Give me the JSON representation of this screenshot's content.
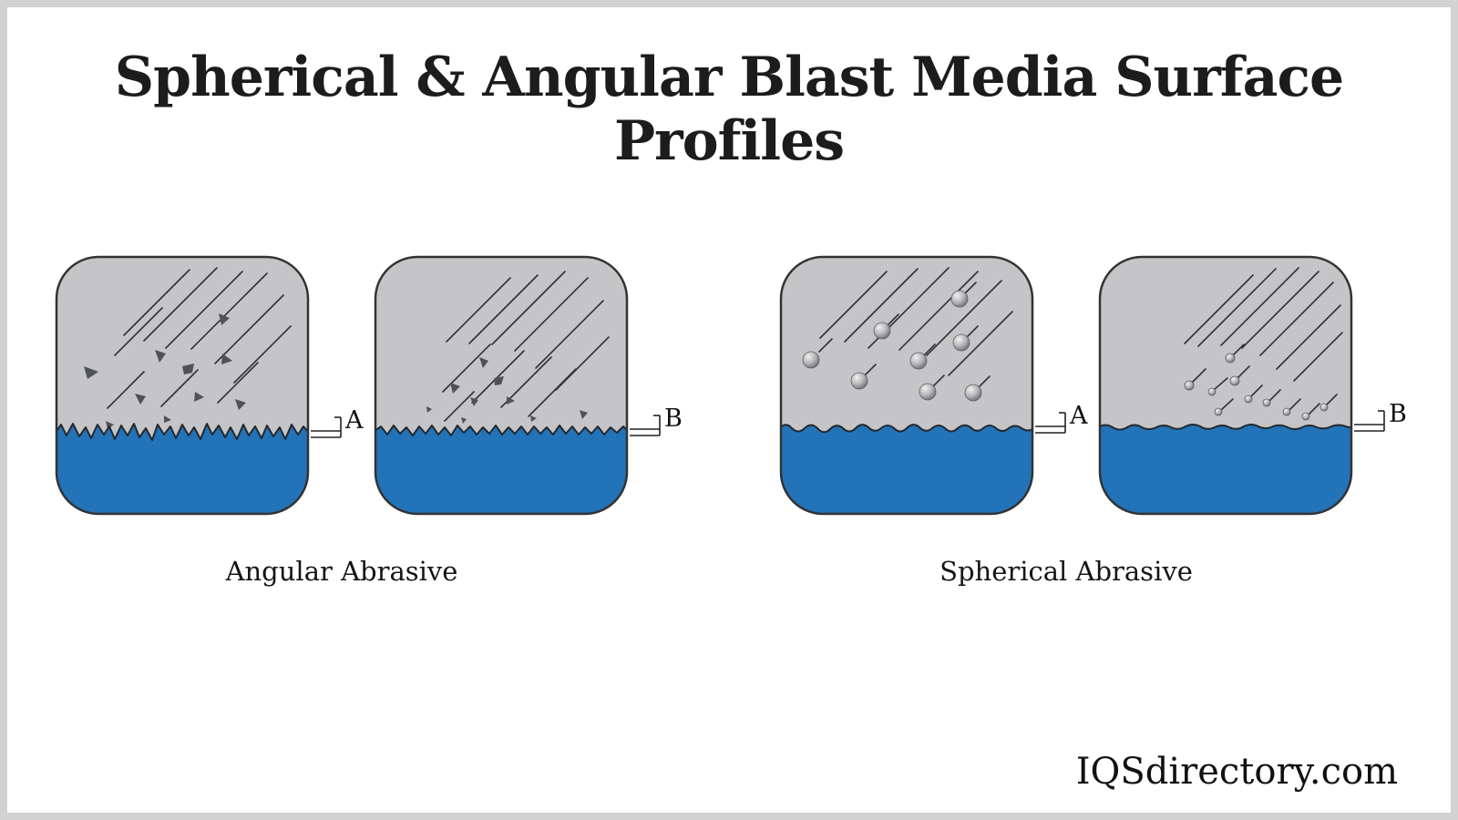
{
  "page": {
    "title": "Spherical & Angular Blast Media Surface Profiles",
    "watermark": "IQSdirectory.com"
  },
  "diagram": {
    "colors": {
      "substrate_blue": "#2273b8",
      "media_gray": "#c5c5c7",
      "outline": "#333333"
    },
    "groups": [
      {
        "caption": "Angular Abrasive",
        "panels": [
          {
            "marker": "A",
            "media": "angular",
            "profile": "deep"
          },
          {
            "marker": "B",
            "media": "angular",
            "profile": "shallow"
          }
        ]
      },
      {
        "caption": "Spherical Abrasive",
        "panels": [
          {
            "marker": "A",
            "media": "spherical",
            "profile": "deep"
          },
          {
            "marker": "B",
            "media": "spherical",
            "profile": "shallow"
          }
        ]
      }
    ]
  }
}
